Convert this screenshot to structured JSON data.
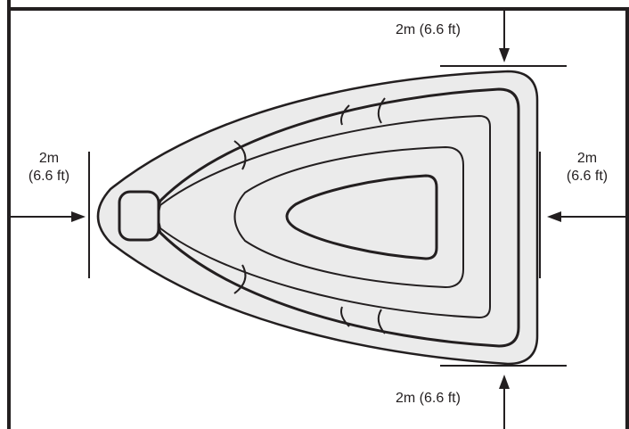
{
  "colors": {
    "outline": "#231f20",
    "fill": "#ebebeb",
    "background": "#ffffff"
  },
  "labels": {
    "top": "2m (6.6 ft)",
    "bottom": "2m (6.6 ft)",
    "left": {
      "line1": "2m",
      "line2": "(6.6 ft)"
    },
    "right": {
      "line1": "2m",
      "line2": "(6.6 ft)"
    }
  },
  "icons": [
    "arrow-down-icon",
    "arrow-up-icon",
    "arrow-right-icon",
    "arrow-left-icon"
  ]
}
